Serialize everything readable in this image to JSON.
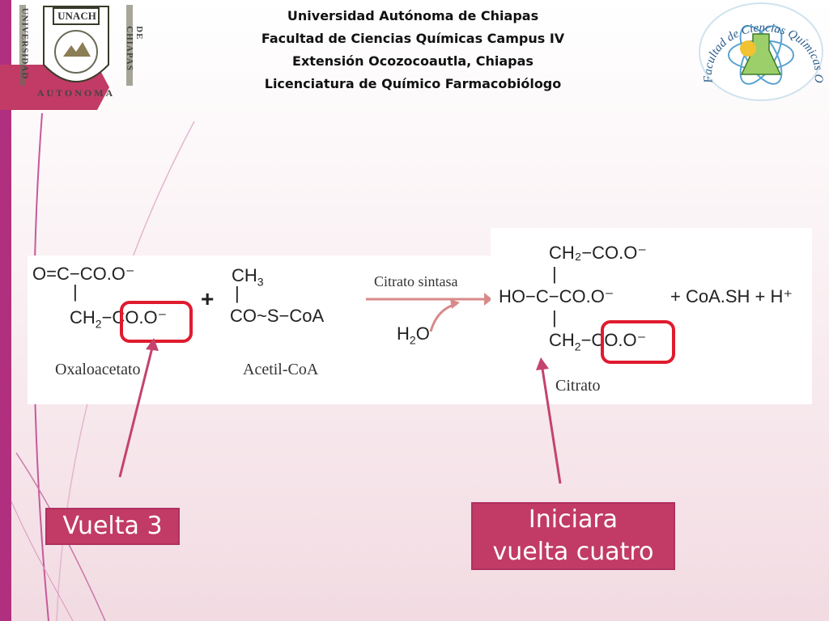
{
  "header": {
    "line1": "Universidad Autónoma de Chiapas",
    "line2": "Facultad de Ciencias Químicas Campus IV",
    "line3": "Extensión Ocozocoautla, Chiapas",
    "line4": "Licenciatura de Químico Farmacobiólogo"
  },
  "logos": {
    "left_top": "UNACH",
    "left_side_left": "UNIVERSIDAD",
    "left_side_right": "DE CHIAPAS",
    "left_bottom": "AUTONOMA",
    "right_ring": "Facultad de Ciencias Químicas Ocozocoautla"
  },
  "reaction": {
    "oxalo_line1": "O=C−CO.O⁻",
    "oxalo_bar": "|",
    "oxalo_line2_a": "CH",
    "oxalo_line2_sub": "2",
    "oxalo_line2_b": "−CO.O⁻",
    "oxalo_name": "Oxaloacetato",
    "plus1": "+",
    "acetil_line1": "CH",
    "acetil_line1_sub": "3",
    "acetil_bar": "|",
    "acetil_line2": "CO~S−CoA",
    "acetil_name": "Acetil-CoA",
    "enzyme": "Citrato sintasa",
    "water": "H",
    "water_sub": "2",
    "water_o": "O",
    "citrato_line1": "CH₂−CO.O⁻",
    "citrato_line2": "HO−C−CO.O⁻",
    "citrato_line3_a": "CH",
    "citrato_line3_sub": "2",
    "citrato_line3_b": "−CO.O⁻",
    "citrato_bar": "|",
    "products": "+ CoA.SH + H⁺",
    "citrato_name": "Citrato"
  },
  "callouts": {
    "vuelta3": "Vuelta 3",
    "iniciara_line1": "Iniciara",
    "iniciara_line2": "vuelta cuatro"
  },
  "colors": {
    "accent": "#b0307f",
    "callout": "#c13b66",
    "highlight_ring": "#e01b2e"
  }
}
